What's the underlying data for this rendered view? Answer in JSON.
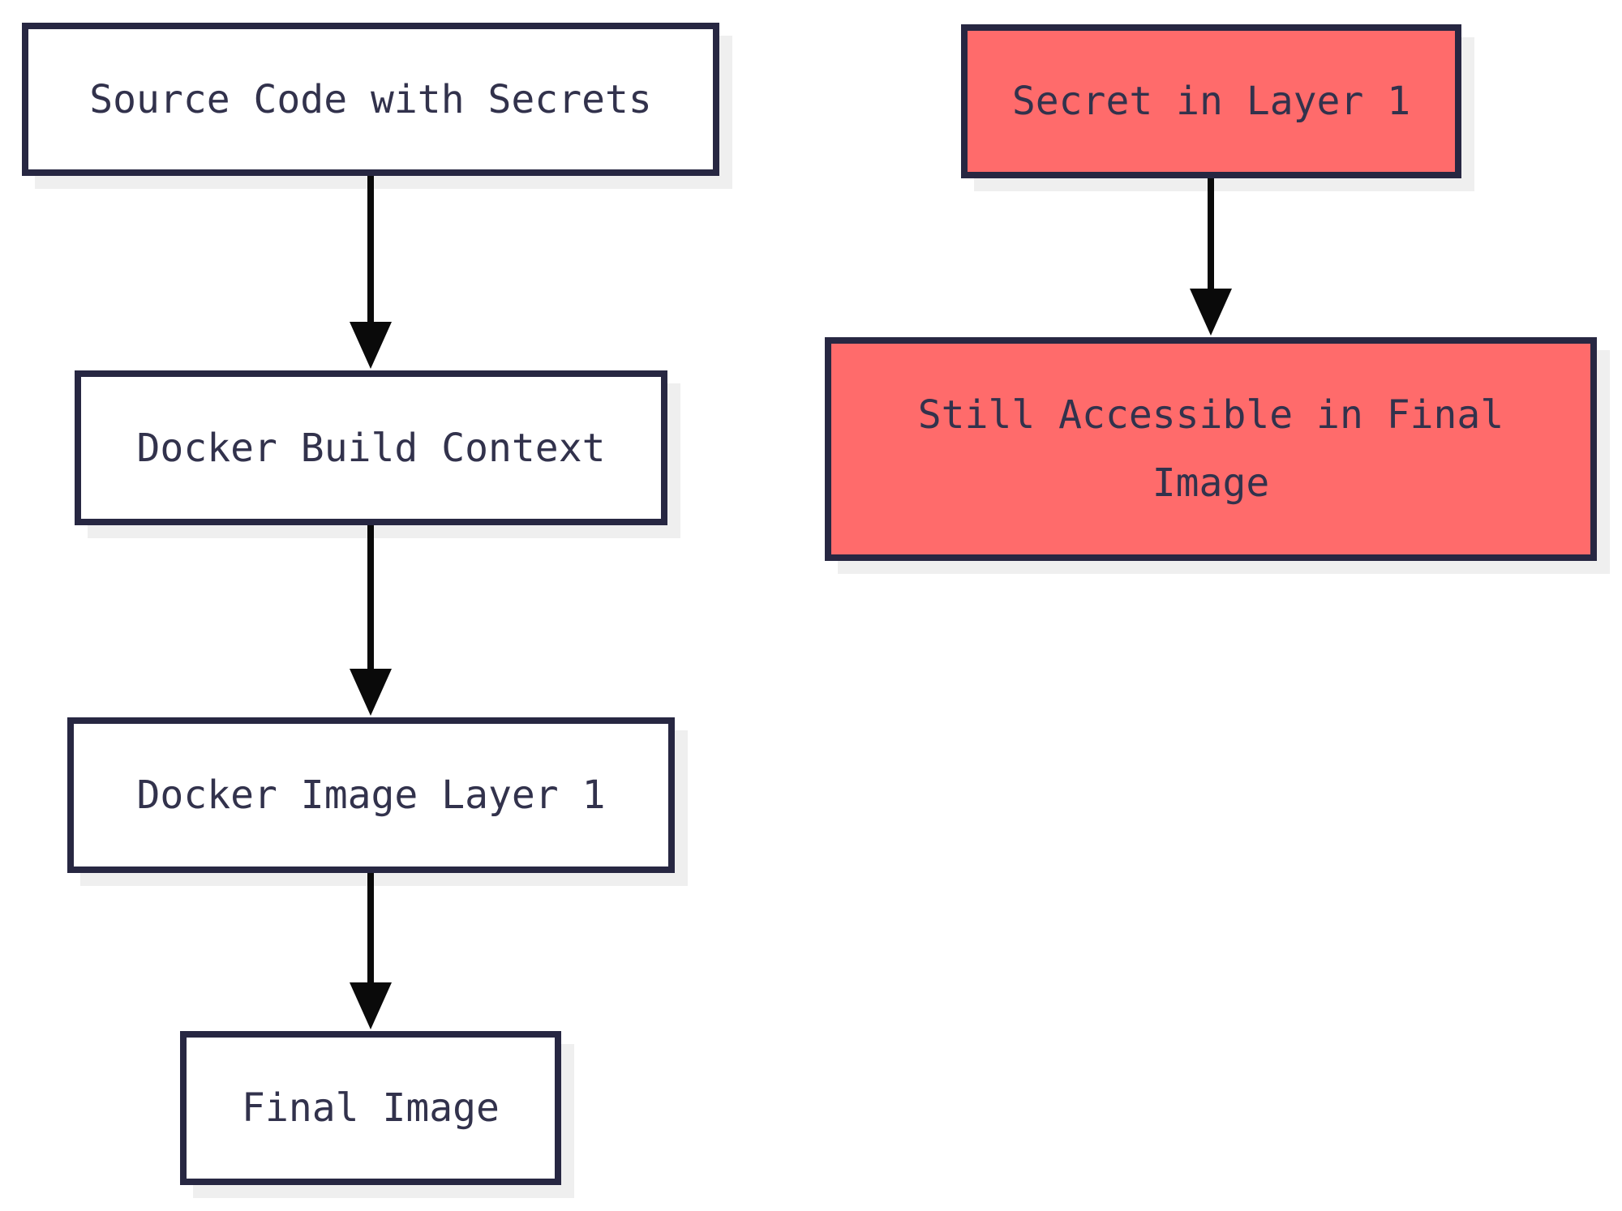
{
  "diagram": {
    "title": "Docker image layer secret exposure flow",
    "colors": {
      "node_border": "#272742",
      "node_text": "#32324c",
      "plain_fill": "#ffffff",
      "danger_fill": "#ff6b6b",
      "shadow": "#efefef",
      "arrow": "#0a0a0a",
      "background": "#ffffff"
    },
    "nodes": [
      {
        "id": "source-code-with-secrets",
        "label": "Source Code with Secrets",
        "variant": "plain"
      },
      {
        "id": "docker-build-context",
        "label": "Docker Build Context",
        "variant": "plain"
      },
      {
        "id": "docker-image-layer-1",
        "label": "Docker Image Layer 1",
        "variant": "plain"
      },
      {
        "id": "final-image",
        "label": "Final Image",
        "variant": "plain"
      },
      {
        "id": "secret-in-layer-1",
        "label": "Secret in Layer 1",
        "variant": "danger"
      },
      {
        "id": "still-accessible-in-final-image",
        "label": "Still Accessible in Final Image",
        "variant": "danger"
      }
    ],
    "edges": [
      {
        "from": "source-code-with-secrets",
        "to": "docker-build-context",
        "direction": "down"
      },
      {
        "from": "docker-build-context",
        "to": "docker-image-layer-1",
        "direction": "down"
      },
      {
        "from": "docker-image-layer-1",
        "to": "final-image",
        "direction": "down"
      },
      {
        "from": "secret-in-layer-1",
        "to": "still-accessible-in-final-image",
        "direction": "down"
      }
    ]
  }
}
